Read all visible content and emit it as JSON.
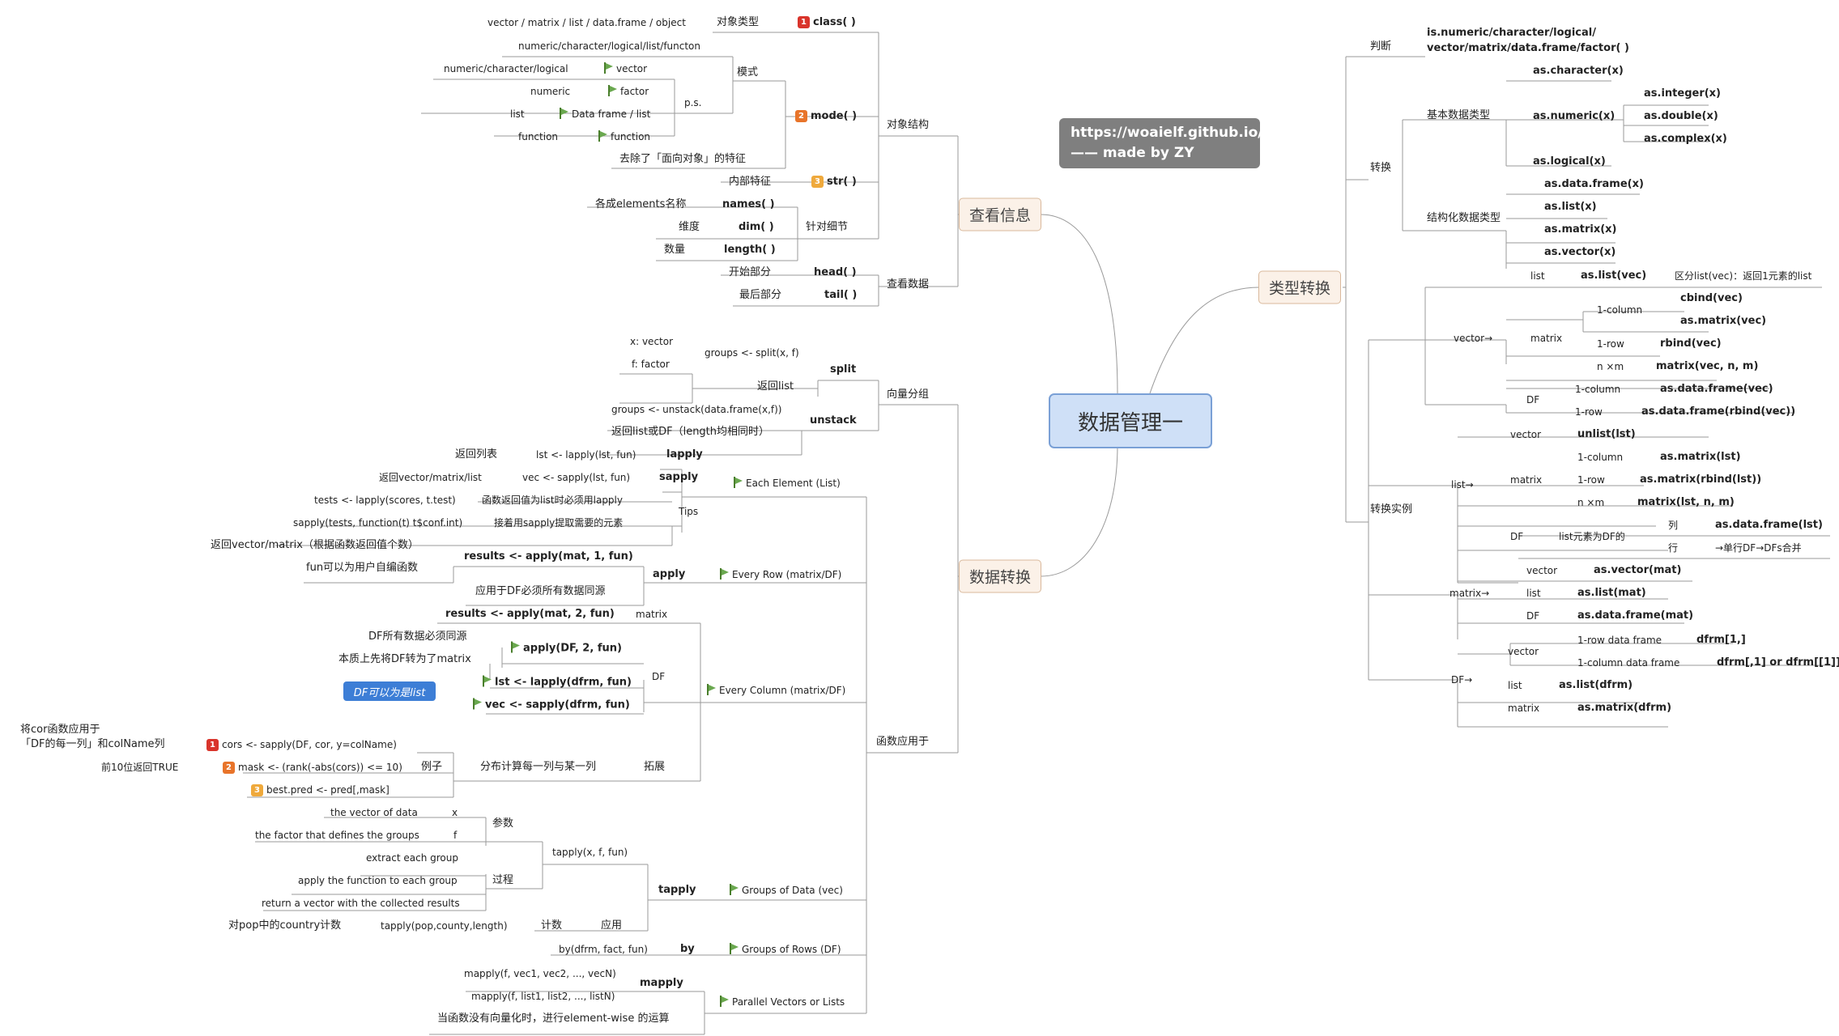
{
  "center": "数据管理一",
  "credit": {
    "line1": "https://woaielf.github.io/",
    "line2": "—— made by ZY"
  },
  "branches": {
    "view": "查看信息",
    "transform": "数据转换",
    "typeconv": "类型转换"
  },
  "callout": "DF可以为是list",
  "colors": {
    "center_fill": "#cfe0f7",
    "branch_fill": "#fbf1e8",
    "line": "#999999",
    "flag": "#6aa84f",
    "callout": "#3d7ed6"
  },
  "icons": {
    "flag": "flag-icon",
    "priority": "priority-number-icon"
  },
  "lbl": {
    "a1": "对象结构",
    "a2": "查看数据",
    "a3": "vector / matrix / list / data.frame / object",
    "a4": "对象类型",
    "a5": "class( )",
    "a6": "numeric/character/logical/list/functon",
    "a7": "模式",
    "a8": "numeric/character/logical",
    "a9": "vector",
    "a10": "numeric",
    "a11": "factor",
    "a12": "list",
    "a13": "Data frame / list",
    "a14": "function",
    "a15": "function",
    "a16": "p.s.",
    "a17": "mode( )",
    "a18": "去除了「面向对象」的特征",
    "a19": "内部特征",
    "a20": "str( )",
    "a21": "各成elements名称",
    "a22": "names( )",
    "a23": "维度",
    "a24": "dim( )",
    "a25": "数量",
    "a26": "length( )",
    "a27": "针对细节",
    "a28": "开始部分",
    "a29": "head( )",
    "a30": "最后部分",
    "a31": "tail( )",
    "b1": "向量分组",
    "b2": "x: vector",
    "b3": "f: factor",
    "b4": "groups <- split(x, f)",
    "b5": "split",
    "b6": "返回list",
    "b7": "groups <- unstack(data.frame(x,f))",
    "b8": "unstack",
    "b9": "返回list或DF（length均相同时）",
    "b10": "函数应用于",
    "c1": "返回列表",
    "c2": "lst <- lapply(lst, fun)",
    "c3": "lapply",
    "c4": "返回vector/matrix/list",
    "c5": "vec <- sapply(lst, fun)",
    "c6": "sapply",
    "c7": "函数返回值为list时必须用lapply",
    "c8": "tests <- lapply(scores, t.test)",
    "c9": "Tips",
    "c10": "sapply(tests, function(t) t$conf.int)",
    "c11": "接着用sapply提取需要的元素",
    "c12": "Each Element (List)",
    "d1": "返回vector/matrix（根据函数返回值个数）",
    "d2": "results <- apply(mat, 1, fun)",
    "d3": "fun可以为用户自编函数",
    "d4": "apply",
    "d5": "应用于DF必须所有数据同源",
    "d6": "Every Row (matrix/DF)",
    "e1": "results <- apply(mat, 2, fun)",
    "e2": "matrix",
    "e3": "DF所有数据必须同源",
    "e4": "apply(DF, 2, fun)",
    "e5": "本质上先将DF转为了matrix",
    "e6": "lst <- lapply(dfrm, fun)",
    "e7": "vec <- sapply(dfrm, fun)",
    "e8": "DF",
    "e9": "Every Column (matrix/DF)",
    "e10": "将cor函数应用于",
    "e11": "「DF的每一列」和colName列",
    "e12": "cors <- sapply(DF, cor, y=colName)",
    "e13": "前10位返回TRUE",
    "e14": "mask <- (rank(-abs(cors)) <= 10)",
    "e15": "best.pred <- pred[,mask]",
    "e16": "例子",
    "e17": "分布计算每一列与某一列",
    "e18": "拓展",
    "f1": "the vector of data",
    "f2": "x",
    "f3": "the factor that defines the groups",
    "f4": "f",
    "f5": "参数",
    "f6": "extract each group",
    "f7": "apply the function to each group",
    "f8": "过程",
    "f9": "return a vector with the collected results",
    "f10": "tapply(x, f, fun)",
    "f11": "tapply",
    "f12": "Groups of Data (vec)",
    "f13": "对pop中的country计数",
    "f14": "tapply(pop,county,length)",
    "f15": "计数",
    "f16": "应用",
    "g1": "by(dfrm, fact, fun)",
    "g2": "by",
    "g3": "Groups of Rows (DF)",
    "g4": "mapply(f, vec1, vec2, ..., vecN)",
    "g5": "mapply",
    "g6": "mapply(f, list1, list2, ..., listN)",
    "g7": "Parallel Vectors or Lists",
    "g8": "当函数没有向量化时，进行element-wise 的运算",
    "h1": "判断",
    "h2": "is.numeric/character/logical/",
    "h3": "vector/matrix/data.frame/factor( )",
    "h4": "转换",
    "h5": "as.character(x)",
    "h6": "基本数据类型",
    "h7": "as.numeric(x)",
    "h8": "as.integer(x)",
    "h9": "as.double(x)",
    "h10": "as.complex(x)",
    "h11": "as.logical(x)",
    "h12": "as.data.frame(x)",
    "h13": "as.list(x)",
    "h14": "结构化数据类型",
    "h15": "as.matrix(x)",
    "h16": "as.vector(x)",
    "i1": "转换实例",
    "i2": "vector→",
    "i3": "list",
    "i4": "as.list(vec)",
    "i5": "区分list(vec)：返回1元素的list",
    "i6": "1-column",
    "i7": "cbind(vec)",
    "i8": "as.matrix(vec)",
    "i9": "matrix",
    "i10": "1-row",
    "i11": "rbind(vec)",
    "i12": "n ×m",
    "i13": "matrix(vec, n, m)",
    "i14": "DF",
    "i15": "1-column",
    "i16": "as.data.frame(vec)",
    "i17": "1-row",
    "i18": "as.data.frame(rbind(vec))",
    "j1": "list→",
    "j2": "vector",
    "j3": "unlist(lst)",
    "j4": "matrix",
    "j5": "1-column",
    "j6": "as.matrix(lst)",
    "j7": "1-row",
    "j8": "as.matrix(rbind(lst))",
    "j9": "n ×m",
    "j10": "matrix(lst, n, m)",
    "j11": "DF",
    "j12": "list元素为DF的",
    "j13": "列",
    "j14": "as.data.frame(lst)",
    "j15": "行",
    "j16": "→单行DF→DFs合并",
    "k1": "matrix→",
    "k2": "vector",
    "k3": "as.vector(mat)",
    "k4": "list",
    "k5": "as.list(mat)",
    "k6": "DF",
    "k7": "as.data.frame(mat)",
    "l1": "DF→",
    "l2": "vector",
    "l3": "1-row data frame",
    "l4": "dfrm[1,]",
    "l5": "1-column data frame",
    "l6": "dfrm[,1] or dfrm[[1]]",
    "l7": "list",
    "l8": "as.list(dfrm)",
    "l9": "matrix",
    "l10": "as.matrix(dfrm)"
  }
}
